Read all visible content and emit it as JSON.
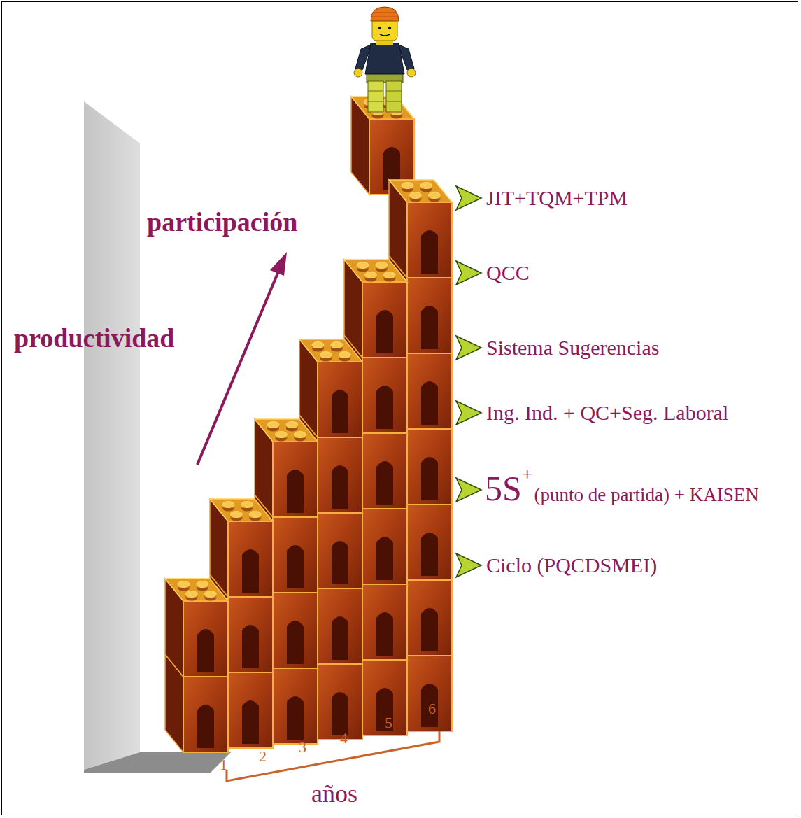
{
  "diagram": {
    "labels": [
      "participación",
      "productividad",
      "JIT+TQM+TPM",
      "QCC",
      "Sistema Sugerencias",
      "Ing. Ind. + QC+Seg. Laboral",
      "5S",
      "+",
      "(punto de partida) + KAISEN",
      "Ciclo (PQCDSMEI)",
      "1",
      "2",
      "3",
      "4",
      "5",
      "6",
      "años"
    ]
  }
}
